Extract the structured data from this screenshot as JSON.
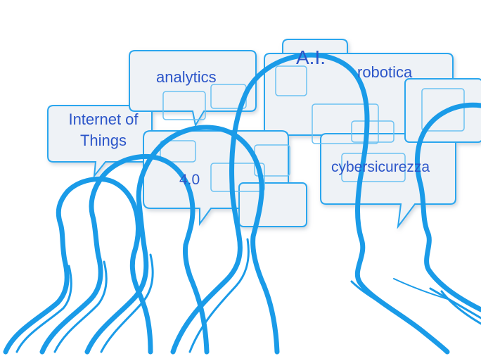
{
  "labels": {
    "internet_of_things": "Internet of Things",
    "analytics": "analytics",
    "ai": "A.I.",
    "robotica": "robotica",
    "industry_40": "4.0",
    "cybersicurezza": "cybersicurezza"
  },
  "colors": {
    "outline": "#1a9be8",
    "bubble_border": "#2aa6ee",
    "bubble_fill": "#eef2f6",
    "text": "#2b55c9",
    "background": "#ffffff"
  }
}
